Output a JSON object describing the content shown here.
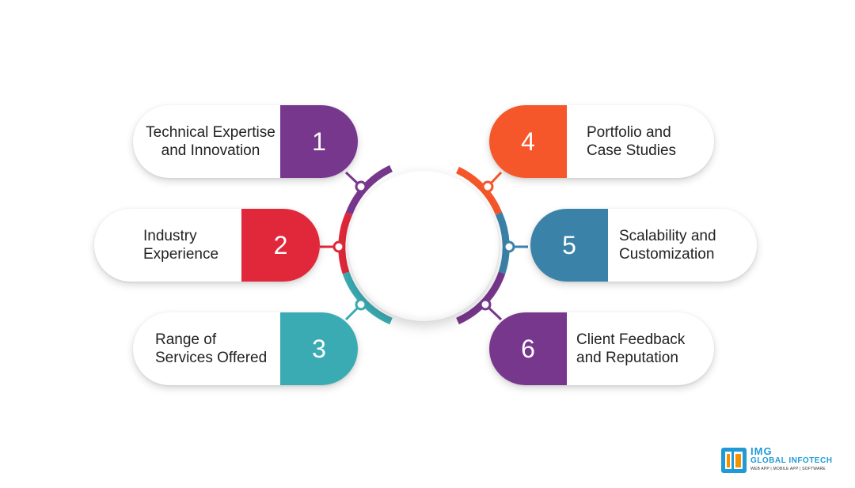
{
  "items": [
    {
      "number": "1",
      "text": "Technical Expertise\nand Innovation",
      "color": "#77378d"
    },
    {
      "number": "2",
      "text": "Industry\nExperience",
      "color": "#e0283a"
    },
    {
      "number": "3",
      "text": "Range of\nServices Offered",
      "color": "#3aabb2"
    },
    {
      "number": "4",
      "text": "Portfolio and\nCase Studies",
      "color": "#f5562a"
    },
    {
      "number": "5",
      "text": "Scalability and\nCustomization",
      "color": "#3b82a8"
    },
    {
      "number": "6",
      "text": "Client Feedback\nand Reputation",
      "color": "#77378d"
    }
  ],
  "logo": {
    "brand": "IMG",
    "name": "GLOBAL INFOTECH",
    "tagline": "WEB APP | MOBILE APP | SOFTWARE",
    "colors": {
      "blue": "#1f9ad6",
      "orange": "#f39200"
    }
  }
}
